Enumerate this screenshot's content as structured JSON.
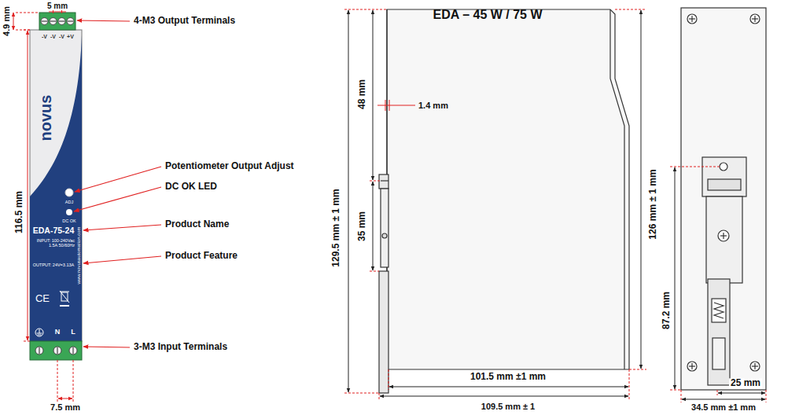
{
  "diagram": {
    "title": "EDA – 45 W / 75 W",
    "labels": [
      "4.9 mm",
      "5 mm",
      "4-M3 Output Terminals",
      "-V",
      "-V",
      "-V",
      "+V",
      "novus",
      "116.5 mm",
      "Potentiometer Output Adjust",
      "ADJ",
      "DC OK LED",
      "DC OK",
      "Product Name",
      "EDA-75-24",
      "INPUT: 100-240Vac 1.5A 50/60Hz",
      "Product Feature",
      "OUTPUT: 24V=3.13A",
      "www.novusautomation.com",
      "CE",
      "N",
      "L",
      "3-M3 Input Terminals",
      "7.5 mm",
      "48 mm",
      "1.4 mm",
      "35 mm",
      "129.5 mm ± 1 mm",
      "126 mm ± 1 mm",
      "101.5 mm ±1 mm",
      "109.5 mm ± 1",
      "87.2 mm",
      "25 mm",
      "34.5 mm ±1 mm"
    ]
  }
}
